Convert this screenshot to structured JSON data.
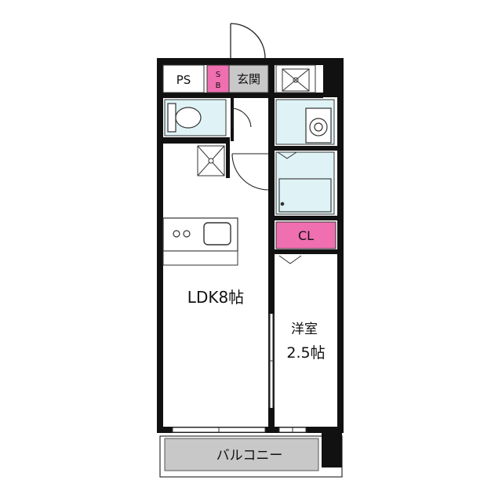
{
  "plan": {
    "rooms": {
      "ps": "PS",
      "shoe": "S\nB",
      "entrance": "玄関",
      "ldk": "LDK8帖",
      "bedroom_line1": "洋室",
      "bedroom_line2": "2.5帖",
      "closet": "CL",
      "balcony": "バルコニー"
    },
    "colors": {
      "wall": "#111111",
      "wet_area": "#dff3f6",
      "storage": "#ef6fb0",
      "entrance": "#c8c8c8",
      "balcony": "#c8c8c8"
    }
  }
}
